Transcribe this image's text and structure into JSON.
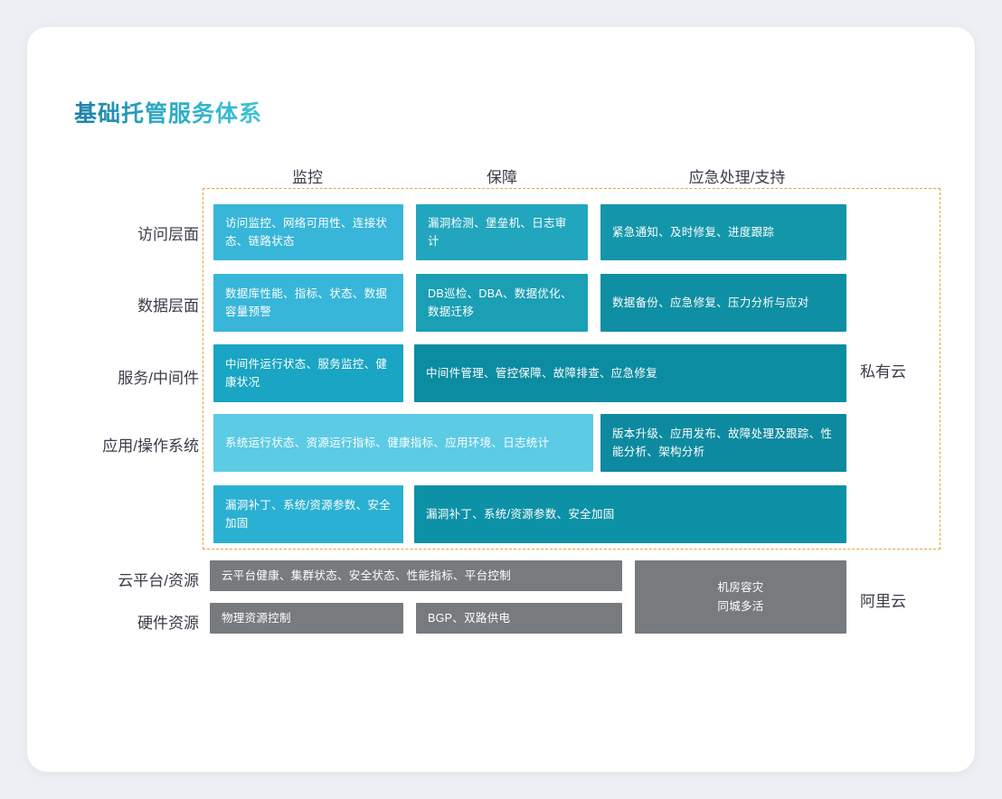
{
  "title": "基础托管服务体系",
  "columns": [
    {
      "label": "监控"
    },
    {
      "label": "保障"
    },
    {
      "label": "应急处理/支持"
    }
  ],
  "row_labels": [
    "访问层面",
    "数据层面",
    "服务/中间件",
    "应用/操作系统",
    "云平台/资源",
    "硬件资源"
  ],
  "side_labels": {
    "private_cloud": "私有云",
    "public_cloud": "阿里云"
  },
  "cells": {
    "r0c0": "访问监控、网络可用性、连接状态、链路状态",
    "r0c1": "漏洞检测、堡垒机、日志审计",
    "r0c2": "紧急通知、及时修复、进度跟踪",
    "r1c0": "数据库性能、指标、状态、数据容量预警",
    "r1c1": "DB巡检、DBA、数据优化、数据迁移",
    "r1c2": "数据备份、应急修复、压力分析与应对",
    "r2c0": "中间件运行状态、服务监控、健康状况",
    "r2c1": "中间件管理、管控保障、故障排查、应急修复",
    "r3c0": "系统运行状态、资源运行指标、健康指标、应用环境、日志统计",
    "r3c1": "版本升级、应用发布、故障处理及跟踪、性能分析、架构分析",
    "r4c0": "漏洞补丁、系统/资源参数、安全加固",
    "r4c1": "漏洞补丁、系统/资源参数、安全加固",
    "g0": "云平台健康、集群状态、安全状态、性能指标、平台控制",
    "g1": "物理资源控制",
    "g2": "BGP、双路供电",
    "g3_line1": "机房容灾",
    "g3_line2": "同城多活"
  },
  "colors": {
    "title_gradient_start": "#1f7fa8",
    "title_gradient_end": "#3fc4d6",
    "cyan_light": "#5ccbe4",
    "cyan_mid": "#38b6d9",
    "teal_dark": "#0d8a9f",
    "grey": "#777b7e",
    "dashed_border": "#e0a53c",
    "card_background": "#ffffff",
    "page_background": "#eceff3"
  }
}
